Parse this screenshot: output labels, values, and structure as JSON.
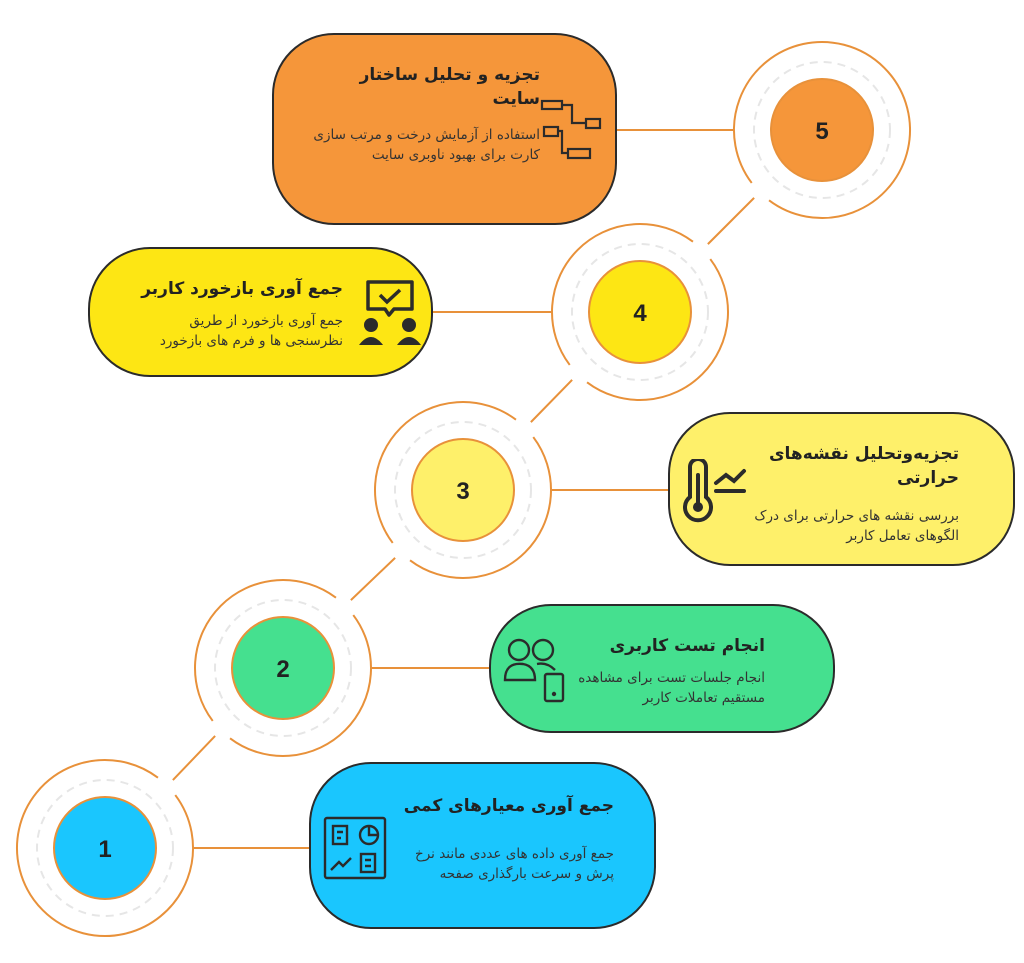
{
  "steps": [
    {
      "number": "1",
      "title": "جمع آوری معیارهای کمی",
      "description": "جمع آوری داده های عددی مانند نرخ پرش و سرعت بارگذاری صفحه",
      "color": "#1AC6FE",
      "icon": "dashboard-icon"
    },
    {
      "number": "2",
      "title": "انجام تست کاربری",
      "description": "انجام جلسات تست برای مشاهده مستقیم تعاملات کاربر",
      "color": "#45E08F",
      "icon": "users-mobile-icon"
    },
    {
      "number": "3",
      "title": "تجزیه‌وتحلیل نقشه‌های حرارتی",
      "description": "بررسی نقشه های حرارتی برای درک الگوهای تعامل کاربر",
      "color": "#FEF06A",
      "icon": "thermometer-icon"
    },
    {
      "number": "4",
      "title": "جمع آوری بازخورد کاربر",
      "description": "جمع آوری بازخورد از طریق نظرسنجی ها و فرم های بازخورد",
      "color": "#FDE614",
      "icon": "feedback-icon"
    },
    {
      "number": "5",
      "title": "تجزیه و تحلیل ساختار سایت",
      "description": "استفاده از آزمایش درخت و مرتب سازی کارت برای بهبود ناوبری سایت",
      "color": "#F5963A",
      "icon": "sitemap-tree-icon"
    }
  ],
  "colors": {
    "connector": "#E8913A",
    "ring_dashed": "#E6E6E6",
    "border": "#2b2b2b"
  }
}
